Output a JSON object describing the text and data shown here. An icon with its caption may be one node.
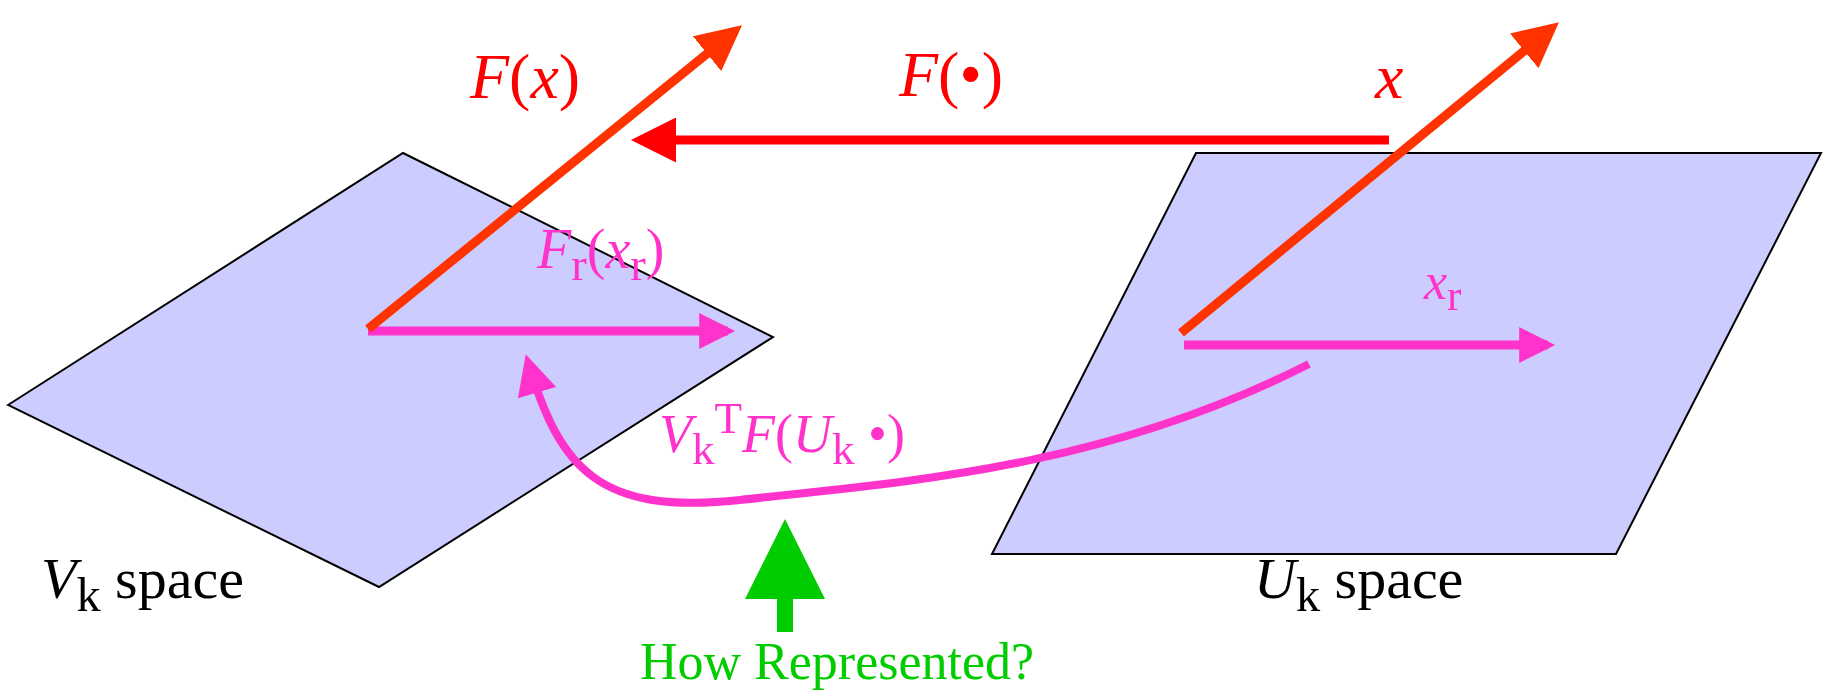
{
  "diagram": {
    "nodes": [
      {
        "text": [
          "*V*$_{k}$ space"
        ]
      },
      {
        "text": [
          "*U*$_{k}$ space"
        ]
      },
      {
        "text": [
          "*F*(*x*)"
        ]
      },
      {
        "text": [
          "*x*"
        ]
      },
      {
        "text": [
          "*F*$_{r}$(*x*$_{r}$)"
        ],
        "in": 0
      },
      {
        "text": [
          "*x*$_{r}$"
        ],
        "in": 1
      },
      {
        "text": [
          "How Represented?"
        ]
      }
    ],
    "edges": [
      {
        "from": 3,
        "to": 2,
        "arrow": "to",
        "label": "*F*(•)",
        "color": "#ff0000"
      },
      {
        "from": 5,
        "to": 4,
        "arrow": "to",
        "label": "*V*$_{k}$$^{T}$*F*(*U*$_{k}$ •)",
        "color": "#ff33cc"
      },
      {
        "from": 6,
        "to": null,
        "arrow": "to",
        "color": "#00cc00"
      }
    ]
  }
}
